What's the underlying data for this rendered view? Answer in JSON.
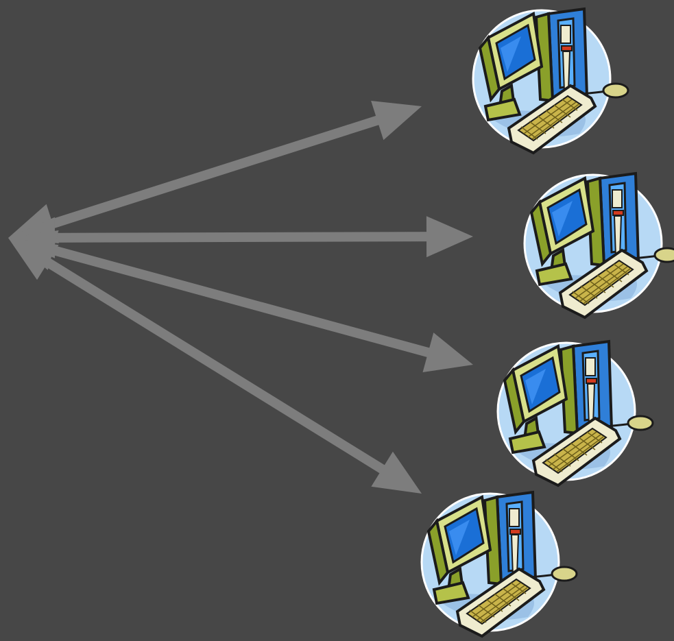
{
  "diagram": {
    "background_color": "#474747",
    "arrow_color": "#7d7d7d",
    "hub": {
      "kind": "shared-origin-point"
    },
    "connections": [
      {
        "target": "computer-1",
        "style": "bidirectional-arrow"
      },
      {
        "target": "computer-2",
        "style": "bidirectional-arrow"
      },
      {
        "target": "computer-3",
        "style": "bidirectional-arrow"
      },
      {
        "target": "computer-4",
        "style": "bidirectional-arrow"
      }
    ],
    "nodes": [
      {
        "id": "computer-1",
        "icon": "desktop-computer-icon"
      },
      {
        "id": "computer-2",
        "icon": "desktop-computer-icon"
      },
      {
        "id": "computer-3",
        "icon": "desktop-computer-icon"
      },
      {
        "id": "computer-4",
        "icon": "desktop-computer-icon"
      }
    ],
    "colors": {
      "circle": "#b7d9f5",
      "monitor_frame": "#d8e08a",
      "screen": "#1a6fd6",
      "tower": "#2f7fd8",
      "tower_side": "#8aa02a",
      "keyboard": "#efeccf",
      "keys": "#c9b44a",
      "outline": "#1b1b1b"
    }
  }
}
